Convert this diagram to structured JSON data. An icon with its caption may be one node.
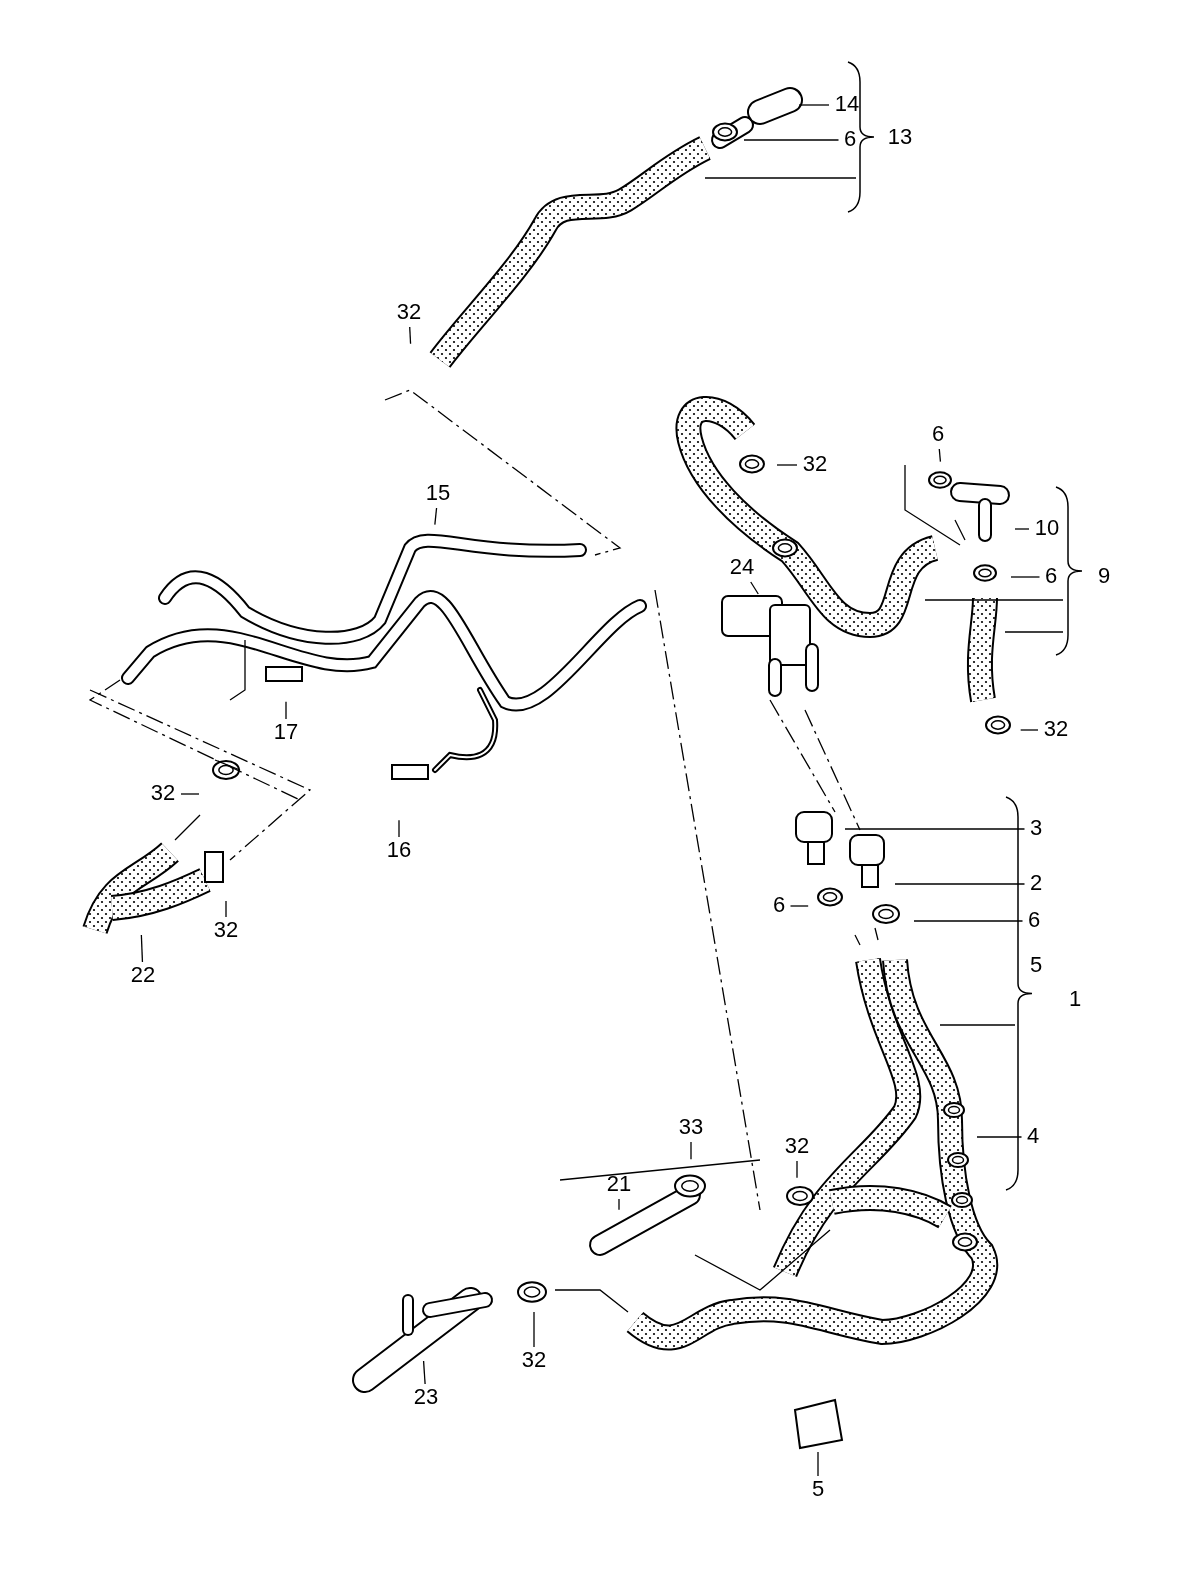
{
  "diagram": {
    "nodes": [
      {
        "text": [
          "14"
        ]
      },
      {
        "text": [
          "6"
        ]
      },
      {
        "text": [
          "32"
        ]
      },
      {
        "text": [
          "6"
        ]
      },
      {
        "text": [
          "32"
        ]
      },
      {
        "text": [
          "15"
        ]
      },
      {
        "text": [
          "10"
        ]
      },
      {
        "text": [
          "24"
        ]
      },
      {
        "text": [
          "6"
        ]
      },
      {
        "text": [
          "17"
        ]
      },
      {
        "text": [
          "32"
        ]
      },
      {
        "text": [
          "32"
        ]
      },
      {
        "text": [
          "3"
        ]
      },
      {
        "text": [
          "16"
        ]
      },
      {
        "text": [
          "2"
        ]
      },
      {
        "text": [
          "6"
        ]
      },
      {
        "text": [
          "6"
        ]
      },
      {
        "text": [
          "32"
        ]
      },
      {
        "text": [
          "22"
        ]
      },
      {
        "text": [
          "33"
        ]
      },
      {
        "text": [
          "4"
        ]
      },
      {
        "text": [
          "32"
        ]
      },
      {
        "text": [
          "21"
        ]
      },
      {
        "text": [
          "32"
        ]
      },
      {
        "text": [
          "23"
        ]
      },
      {
        "text": [
          "5"
        ]
      }
    ],
    "edges": [
      {
        "from": 0,
        "to": null,
        "arrow": "none"
      },
      {
        "from": 1,
        "to": null,
        "arrow": "none"
      },
      {
        "from": 2,
        "to": null,
        "arrow": "none"
      },
      {
        "from": 3,
        "to": null,
        "arrow": "none"
      },
      {
        "from": 4,
        "to": null,
        "arrow": "none"
      },
      {
        "from": 5,
        "to": null,
        "arrow": "none"
      },
      {
        "from": 6,
        "to": null,
        "arrow": "none"
      },
      {
        "from": 7,
        "to": null,
        "arrow": "none"
      },
      {
        "from": 8,
        "to": null,
        "arrow": "none"
      },
      {
        "from": 9,
        "to": null,
        "arrow": "none"
      },
      {
        "from": 10,
        "to": null,
        "arrow": "none"
      },
      {
        "from": 11,
        "to": null,
        "arrow": "none"
      },
      {
        "from": 12,
        "to": null,
        "arrow": "none"
      },
      {
        "from": 13,
        "to": null,
        "arrow": "none"
      },
      {
        "from": 14,
        "to": null,
        "arrow": "none"
      },
      {
        "from": 15,
        "to": null,
        "arrow": "none"
      },
      {
        "from": 16,
        "to": null,
        "arrow": "none"
      },
      {
        "from": 17,
        "to": null,
        "arrow": "none"
      },
      {
        "from": 18,
        "to": null,
        "arrow": "none"
      },
      {
        "from": 19,
        "to": null,
        "arrow": "none"
      },
      {
        "from": 20,
        "to": null,
        "arrow": "none"
      },
      {
        "from": 21,
        "to": null,
        "arrow": "none"
      },
      {
        "from": 22,
        "to": null,
        "arrow": "none"
      },
      {
        "from": 23,
        "to": null,
        "arrow": "none"
      },
      {
        "from": 24,
        "to": null,
        "arrow": "none"
      },
      {
        "from": 25,
        "to": null,
        "arrow": "none"
      }
    ],
    "labels": [
      "13",
      "9",
      "5",
      "1"
    ]
  }
}
